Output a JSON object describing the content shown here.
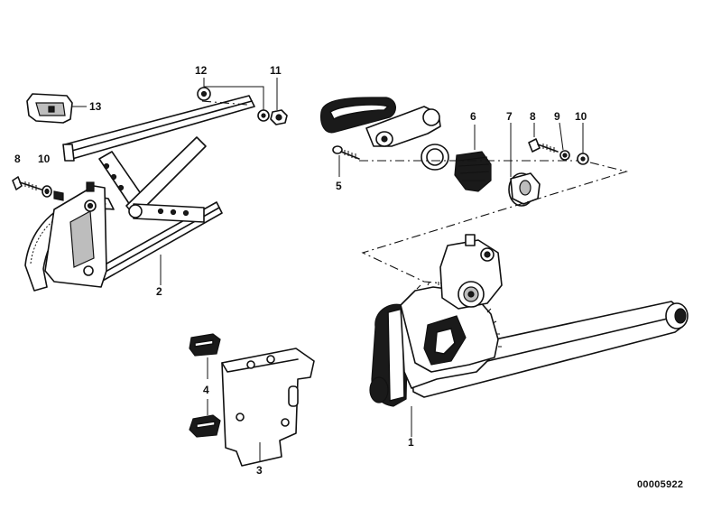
{
  "labels": {
    "p1": "1",
    "p2": "2",
    "p3": "3",
    "p4": "4",
    "p5": "5",
    "p6": "6",
    "p7": "7",
    "p8a": "8",
    "p8b": "8",
    "p9": "9",
    "p10a": "10",
    "p10b": "10",
    "p11": "11",
    "p12": "12",
    "p13": "13"
  },
  "reference_code": "00005922"
}
